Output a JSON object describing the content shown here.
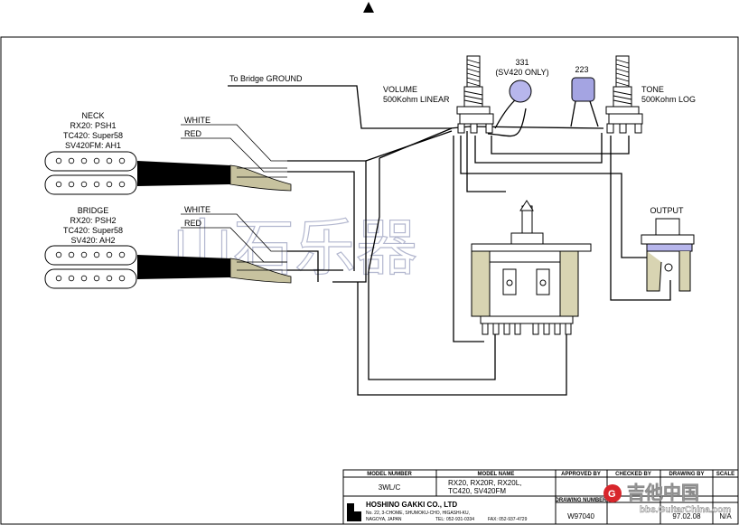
{
  "labels": {
    "to_bridge_ground": "To Bridge GROUND",
    "volume_title": "VOLUME",
    "volume_value": "500Kohm LINEAR",
    "cap331_value": "331",
    "cap331_note": "(SV420 ONLY)",
    "cap223_value": "223",
    "tone_title": "TONE",
    "tone_value": "500Kohm LOG",
    "output": "OUTPUT",
    "neck": {
      "title": "NECK",
      "lines": [
        "RX20: PSH1",
        "TC420: Super58",
        "SV420FM: AH1"
      ],
      "white": "WHITE",
      "red": "RED"
    },
    "bridge": {
      "title": "BRIDGE",
      "lines": [
        "RX20: PSH2",
        "TC420: Super58",
        "SV420: AH2"
      ],
      "white": "WHITE",
      "red": "RED"
    }
  },
  "watermark": {
    "text": "山石乐器",
    "logo_text": "吉他中国",
    "logo_url": "bbs.GuitarChina.com"
  },
  "title_block": {
    "model_number_header": "MODEL NUMBER",
    "model_number": "3WL/C",
    "model_name_header": "MODEL NAME",
    "model_name_1": "RX20, RX20R, RX20L,",
    "model_name_2": "TC420, SV420FM",
    "approved_by": "APPROVED BY",
    "checked_by": "CHECKED BY",
    "drawing_by": "DRAWING BY",
    "scale": "SCALE",
    "company": "HOSHINO GAKKI CO., LTD",
    "address_1": "No. 22, 3-CHOME, SHUMOKU-CHO, HIGASHI-KU,",
    "address_2": "NAGOYA, JAPAN",
    "tel": "TEL: 052-931-0334",
    "fax": "FAX: 052-937-4729",
    "drawing_number_header": "DRAWING NUMBER",
    "drawing_number": "W97040",
    "date": "97.02.08",
    "scale_value": "N/A"
  },
  "colors": {
    "wire": "#000000",
    "cap331": "#b7b6ec",
    "cap223": "#a4a4e2",
    "tab": "#d8d4b2",
    "watermark": "#9aa0bf"
  }
}
